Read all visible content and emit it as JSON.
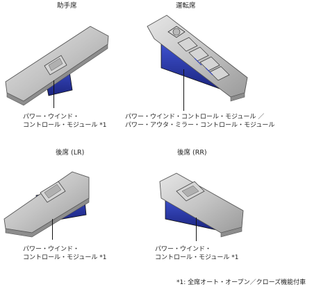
{
  "panels": [
    {
      "title": "助手席",
      "label_lines": [
        "パワー・ウインド・",
        "コントロール・モジュール *1"
      ]
    },
    {
      "title": "運転席",
      "label_lines": [
        "パワー・ウインド・コントロール・モジュール ／",
        "パワー・アウタ・ミラー・コントロール・モジュール"
      ]
    },
    {
      "title": "後席 (LR)",
      "label_lines": [
        "パワー・ウインド・",
        "コントロール・モジュール *1"
      ]
    },
    {
      "title": "後席 (RR)",
      "label_lines": [
        "パワー・ウインド・",
        "コントロール・モジュール *1"
      ]
    }
  ],
  "footnote": "*1: 全席オート・オープン／クローズ機能付車",
  "colors": {
    "panel": "#c9c9c9",
    "panel_edge": "#6f6f6f",
    "module": "#2f3fb8",
    "module_dark": "#1c2580"
  }
}
